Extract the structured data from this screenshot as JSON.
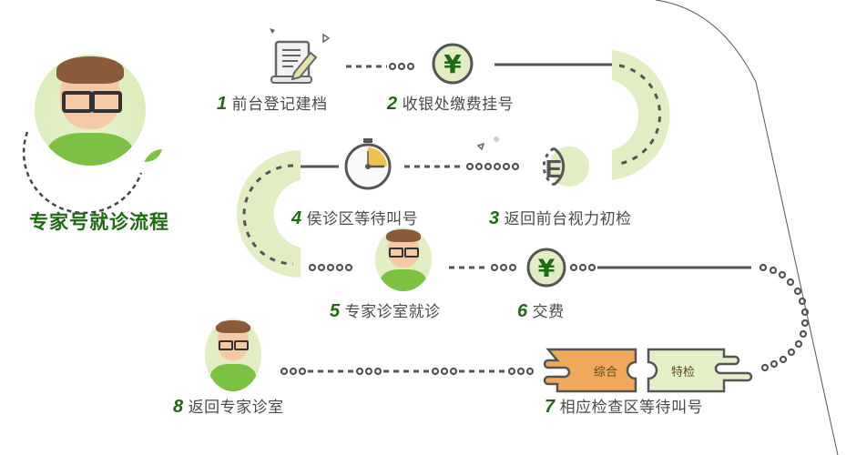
{
  "title": "专家号就诊流程",
  "colors": {
    "accent_green": "#1f6b12",
    "light_green": "#e2edc4",
    "line_gray": "#5a5a5a",
    "orange": "#f0a95a",
    "pale_green_box": "#e6f0c8"
  },
  "steps": [
    {
      "num": "1",
      "label": "前台登记建档",
      "icon": "document-pen-icon"
    },
    {
      "num": "2",
      "label": "收银处缴费挂号",
      "icon": "yen-coin-icon"
    },
    {
      "num": "3",
      "label": "返回前台视力初检",
      "icon": "eye-chart-e-icon"
    },
    {
      "num": "4",
      "label": "侯诊区等待叫号",
      "icon": "stopwatch-icon"
    },
    {
      "num": "5",
      "label": "专家诊室就诊",
      "icon": "doctor-avatar-icon"
    },
    {
      "num": "6",
      "label": "交费",
      "icon": "yen-coin-icon"
    },
    {
      "num": "7",
      "label": "相应检查区等待叫号",
      "icon": "puzzle-icon"
    },
    {
      "num": "8",
      "label": "返回专家诊室",
      "icon": "doctor-avatar-icon"
    }
  ],
  "puzzle": {
    "left": "综合",
    "right": "特检"
  }
}
